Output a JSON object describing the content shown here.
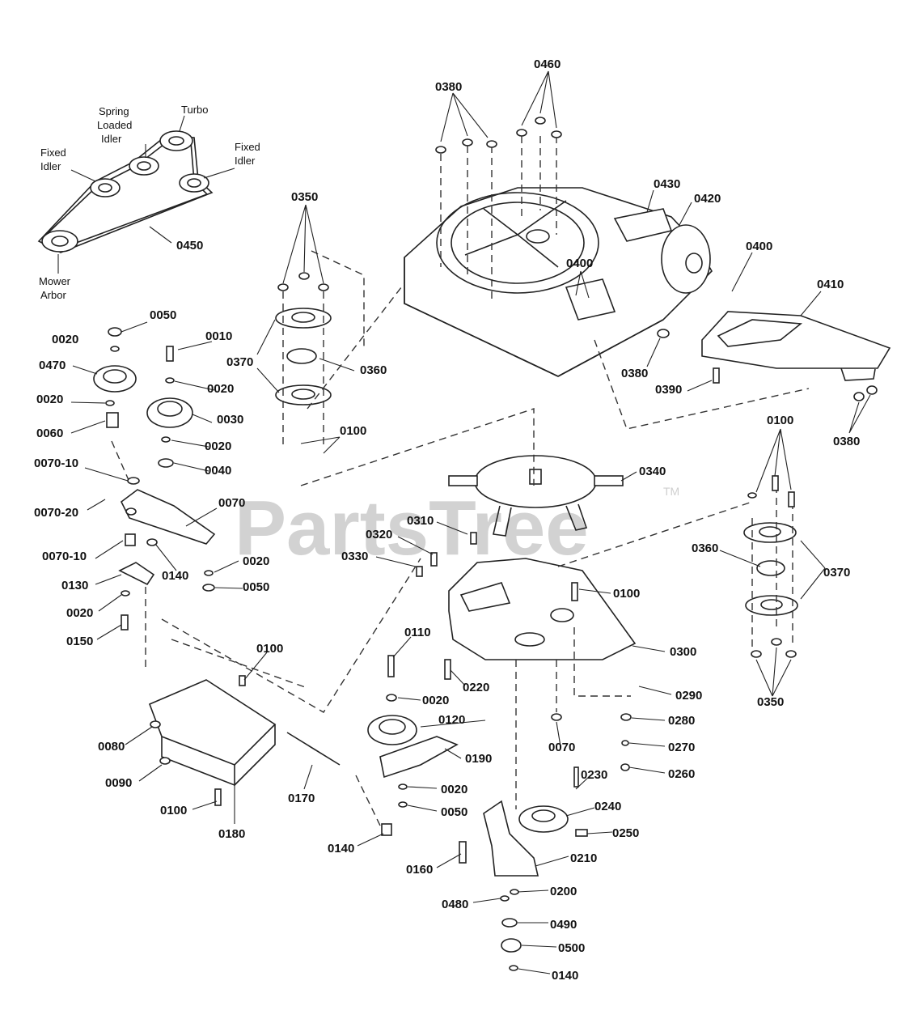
{
  "watermark": {
    "text": "PartsTree",
    "tm": "TM"
  },
  "belt_labels": {
    "turbo": "Turbo",
    "spring_loaded_idler": [
      "Spring",
      "Loaded",
      "Idler"
    ],
    "fixed_idler_left": [
      "Fixed",
      "Idler"
    ],
    "fixed_idler_right": [
      "Fixed",
      "Idler"
    ],
    "mower_arbor": [
      "Mower",
      "Arbor"
    ]
  },
  "callouts": {
    "c0380a": "0380",
    "c0460": "0460",
    "c0430": "0430",
    "c0420": "0420",
    "c0400a": "0400",
    "c0400b": "0400",
    "c0410": "0410",
    "c0380b": "0380",
    "c0390": "0390",
    "c0380c": "0380",
    "c0450": "0450",
    "c0350a": "0350",
    "c0370a": "0370",
    "c0360a": "0360",
    "c0100a": "0100",
    "c0050a": "0050",
    "c0020a": "0020",
    "c0010": "0010",
    "c0470": "0470",
    "c0020b": "0020",
    "c0020c": "0020",
    "c0030": "0030",
    "c0060": "0060",
    "c0020d": "0020",
    "c0040": "0040",
    "c0070_10a": "0070-10",
    "c0070_20": "0070-20",
    "c0070": "0070",
    "c0070_10b": "0070-10",
    "c0140a": "0140",
    "c0020e": "0020",
    "c0050b": "0050",
    "c0130": "0130",
    "c0020f": "0020",
    "c0150": "0150",
    "c0340": "0340",
    "c0310": "0310",
    "c0320": "0320",
    "c0330": "0330",
    "c0100b": "0100",
    "c0300": "0300",
    "c0100c": "0100",
    "c0360b": "0360",
    "c0370b": "0370",
    "c0350b": "0350",
    "c0100d": "0100",
    "c0110": "0110",
    "c0020g": "0020",
    "c0220": "0220",
    "c0290": "0290",
    "c0280": "0280",
    "c0120": "0120",
    "c0080": "0080",
    "c0070b": "0070",
    "c0270": "0270",
    "c0190": "0190",
    "c0260": "0260",
    "c0090": "0090",
    "c0020h": "0020",
    "c0050c": "0050",
    "c0230": "0230",
    "c0240": "0240",
    "c0100e": "0100",
    "c0180": "0180",
    "c0170": "0170",
    "c0250": "0250",
    "c0140b": "0140",
    "c0160": "0160",
    "c0210": "0210",
    "c0200": "0200",
    "c0480": "0480",
    "c0490": "0490",
    "c0500": "0500",
    "c0140c": "0140"
  }
}
